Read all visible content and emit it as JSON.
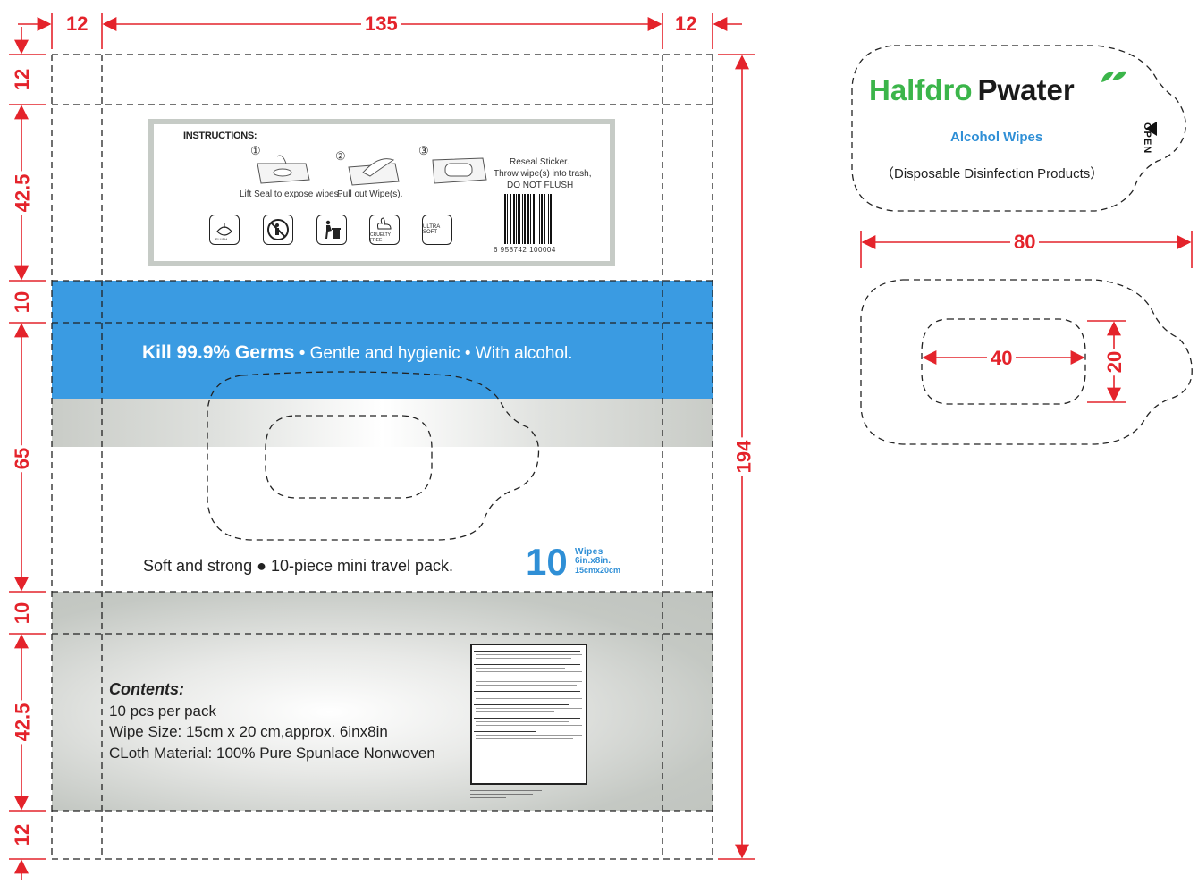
{
  "dimensions": {
    "top_left": "12",
    "top_center": "135",
    "top_right": "12",
    "left": [
      "12",
      "42.5",
      "10",
      "65",
      "10",
      "42.5",
      "12"
    ],
    "right_total": "194",
    "lid_width": "80",
    "opening_width": "40",
    "opening_height": "20"
  },
  "instructions": {
    "title": "INSTRUCTIONS:",
    "steps": [
      {
        "num": "①",
        "caption": "Lift Seal to expose wipes."
      },
      {
        "num": "②",
        "caption": "Pull out Wipe(s)."
      },
      {
        "num": "③",
        "caption": ""
      }
    ],
    "reseal_lines": [
      "Reseal Sticker.",
      "Throw wipe(s) into trash,",
      "DO NOT FLUSH"
    ],
    "barcode_number": "6 958742 100004",
    "icon_labels": [
      "",
      "",
      "",
      "CRUELTY FREE",
      "ULTRA SOFT"
    ],
    "icons": [
      "hand-wash-icon",
      "no-litter-icon",
      "trash-bin-icon",
      "rabbit-icon",
      "ultra-soft-icon"
    ]
  },
  "tagline": {
    "bold": "Kill 99.9% Germs",
    "rest": " • Gentle and hygienic • With alcohol."
  },
  "pack": {
    "slogan": "Soft and strong ● 10-piece  mini travel pack.",
    "count": "10",
    "count_line1": "Wipes",
    "count_line2": "6in.x8in.",
    "count_line3": "15cmx20cm"
  },
  "contents": {
    "heading": "Contents:",
    "lines": [
      "10 pcs per pack",
      "Wipe Size: 15cm x 20 cm,approx. 6inx8in",
      "CLoth Material: 100% Pure Spunlace Nonwoven"
    ]
  },
  "lid": {
    "brand_a": "Halfdro",
    "brand_b": "Pwater",
    "product": "Alcohol Wipes",
    "subtitle": "（Disposable Disinfection Products）",
    "open": "OPEN"
  },
  "colors": {
    "dimension": "#e4232b",
    "band_blue": "#3a9be2",
    "brand_green": "#3bb54a",
    "brand_dark": "#1a1a1a",
    "product_blue": "#2f8fd6",
    "count_blue": "#2f8fd6"
  }
}
